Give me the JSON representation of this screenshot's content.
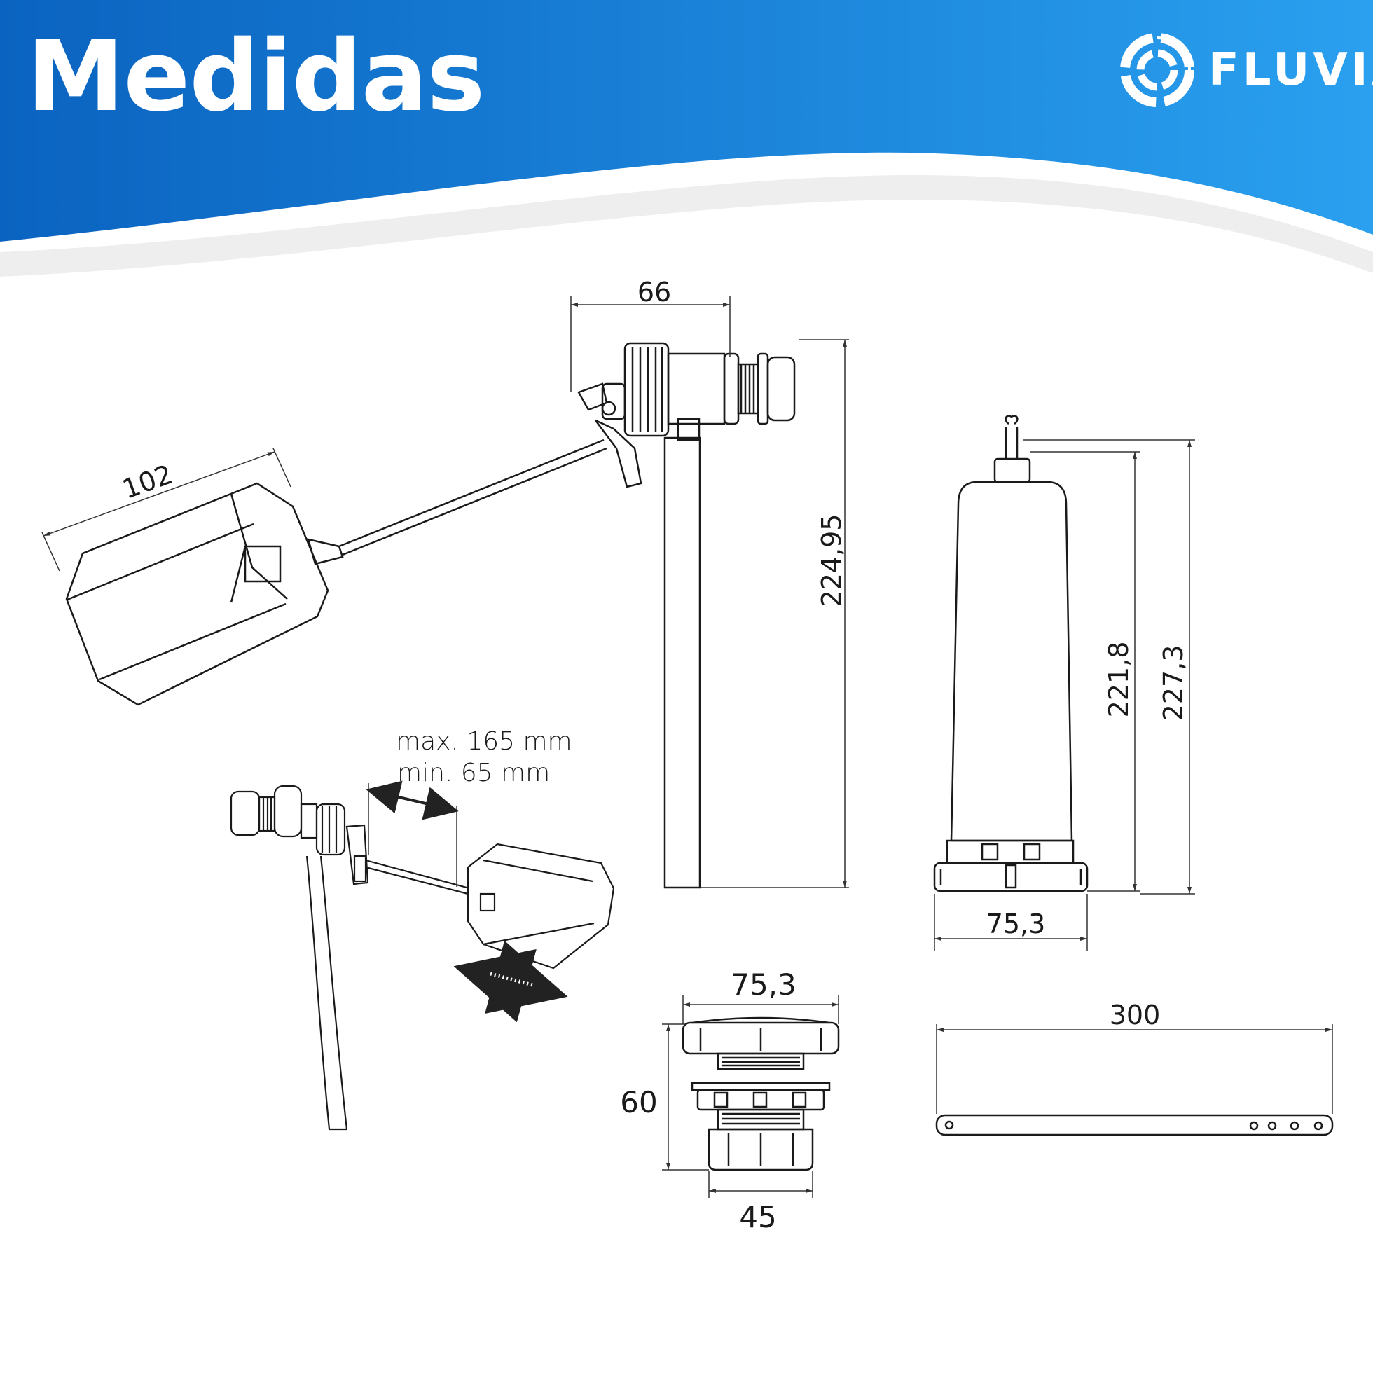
{
  "header": {
    "title": "Medidas",
    "brand": "FLUVIA",
    "colors": {
      "gradient_start": "#0a63c0",
      "gradient_end": "#2aa0ef",
      "text": "#ffffff"
    }
  },
  "dimensions": {
    "valve_width": "66",
    "valve_height": "224,95",
    "float_width": "102",
    "adjust_max": "max. 165 mm",
    "adjust_min": "min. 65 mm",
    "cyl_inner_height": "221,8",
    "cyl_outer_height": "227,3",
    "cyl_width": "75,3",
    "nut_width": "75,3",
    "nut_height": "60",
    "nut_base": "45",
    "rod_length": "300"
  },
  "colors": {
    "line": "#1a1a1a",
    "dim": "#333333"
  }
}
